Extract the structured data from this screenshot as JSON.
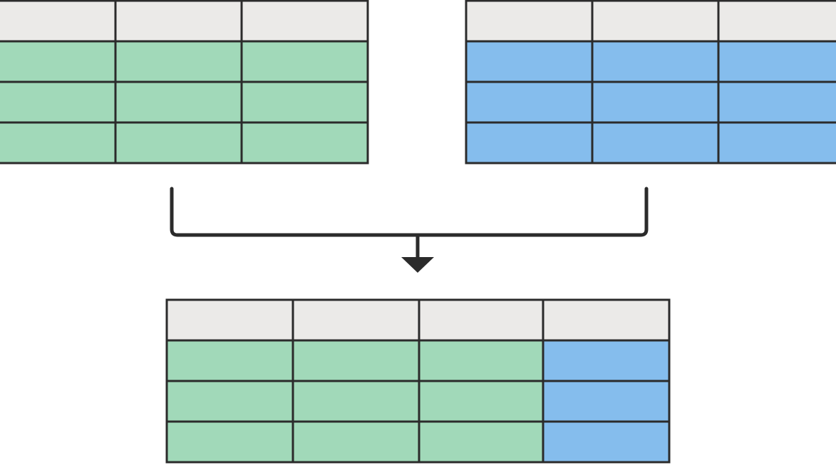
{
  "colors": {
    "header": "#ebeae8",
    "green": "#a1d9b9",
    "blue": "#85bded",
    "stroke": "#2b2b2b",
    "background": "#ffffff"
  },
  "tables": [
    {
      "id": "table-left",
      "header_cells": 3,
      "rows": [
        [
          "green",
          "green",
          "green"
        ],
        [
          "green",
          "green",
          "green"
        ],
        [
          "green",
          "green",
          "green"
        ]
      ]
    },
    {
      "id": "table-right",
      "header_cells": 3,
      "rows": [
        [
          "blue",
          "blue",
          "blue"
        ],
        [
          "blue",
          "blue",
          "blue"
        ],
        [
          "blue",
          "blue",
          "blue"
        ]
      ]
    },
    {
      "id": "table-merged",
      "header_cells": 4,
      "rows": [
        [
          "green",
          "green",
          "green",
          "blue"
        ],
        [
          "green",
          "green",
          "green",
          "blue"
        ],
        [
          "green",
          "green",
          "green",
          "blue"
        ]
      ]
    }
  ],
  "connector": {
    "icon": "arrow-down-icon"
  }
}
